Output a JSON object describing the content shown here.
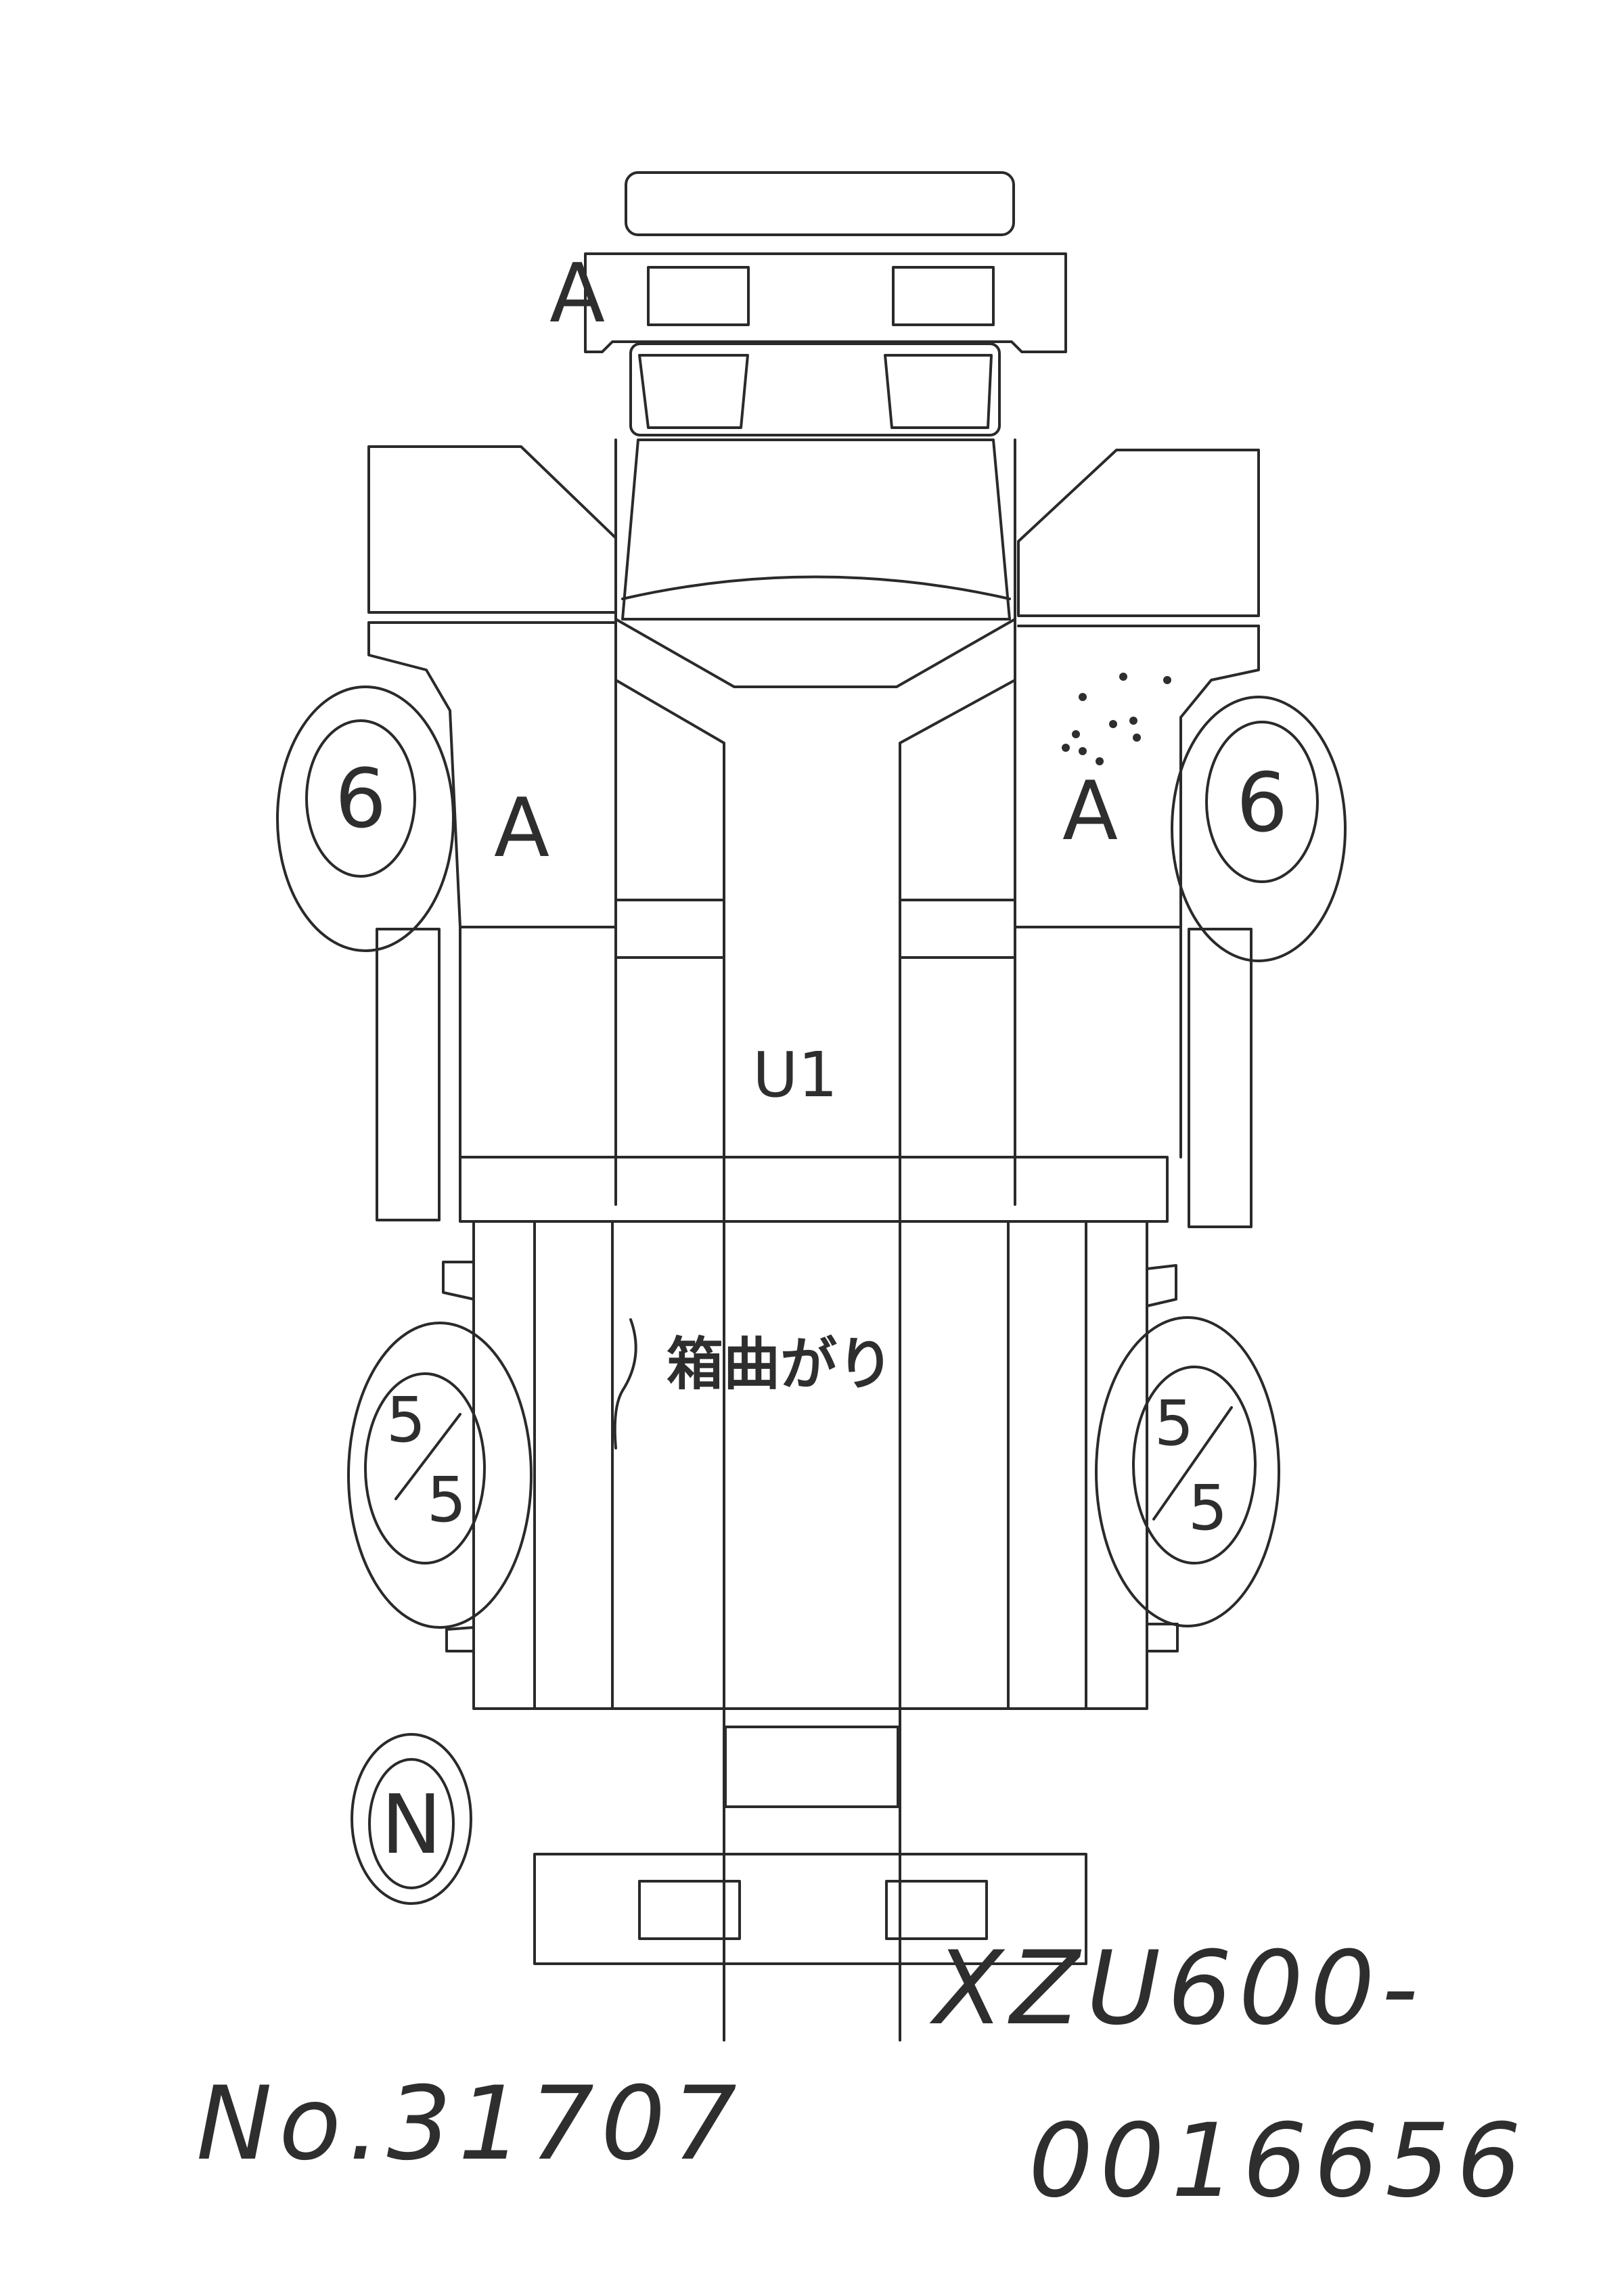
{
  "marks": {
    "front_bumper_code": "A",
    "front_left_tire": "6",
    "front_right_tire": "6",
    "left_door_code": "A",
    "right_door_code": "A",
    "cab_floor_code": "U1",
    "rear_left_tire_top": "5",
    "rear_left_tire_bottom": "5",
    "rear_right_tire_top": "5",
    "rear_right_tire_bottom": "5",
    "spare_tire": "N",
    "cargo_note": "箱曲がり"
  },
  "footer": {
    "lot_number": "No.31707",
    "chassis_line1": "XZU600-",
    "chassis_line2": "0016656"
  }
}
